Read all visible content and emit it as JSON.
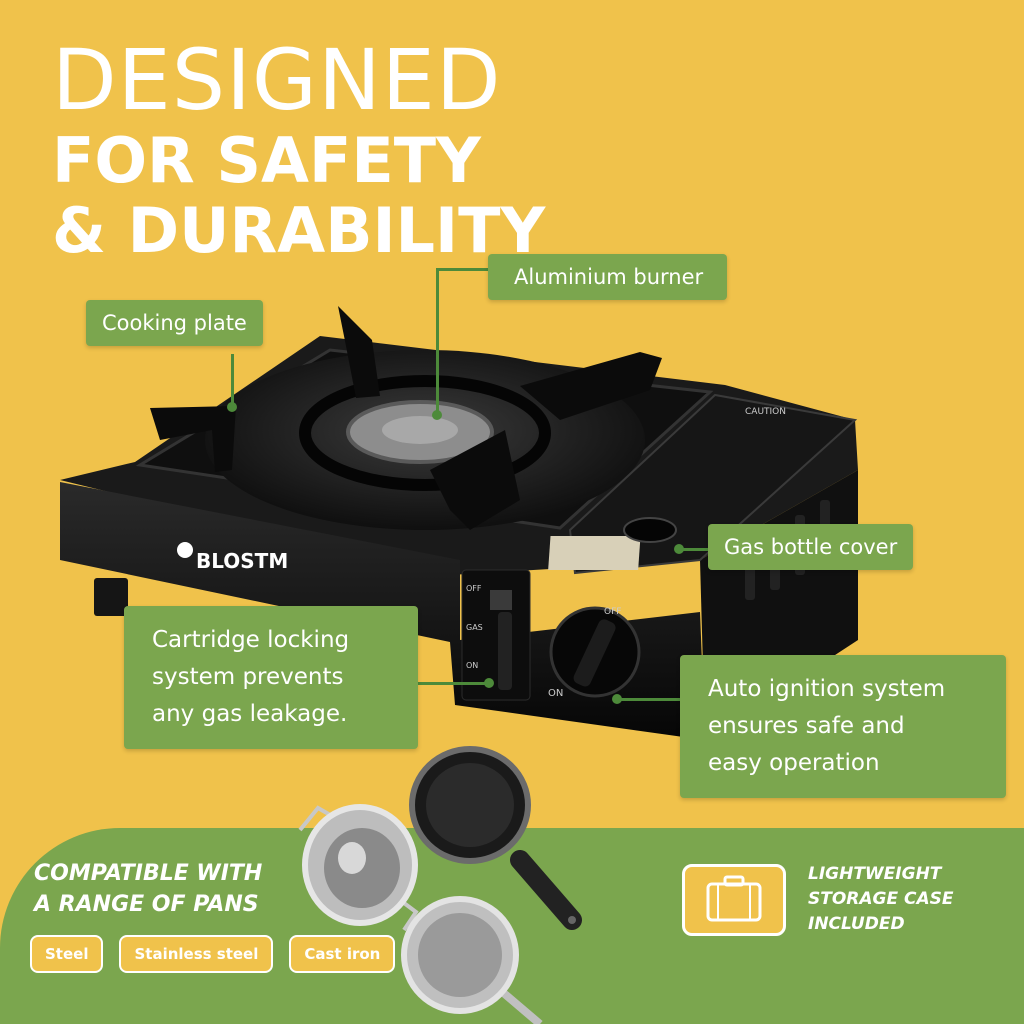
{
  "headline": {
    "line1": "DESIGNED",
    "line2": "FOR SAFETY",
    "line3": "& DURABILITY"
  },
  "product": {
    "brand": "BLOSTM",
    "caution_label": "CAUTION",
    "knob_labels": {
      "off": "OFF",
      "on": "ON"
    },
    "lock_labels": {
      "off": "OFF",
      "gas": "GAS",
      "on": "ON"
    }
  },
  "callouts": {
    "cooking_plate": "Cooking plate",
    "aluminium_burner": "Aluminium burner",
    "gas_bottle_cover": "Gas bottle cover",
    "cartridge_lock": [
      "Cartridge locking",
      "system prevents",
      "any gas leakage."
    ],
    "auto_ignition": [
      "Auto ignition system",
      "ensures safe and",
      "easy operation"
    ]
  },
  "compatible": {
    "title_line1": "COMPATIBLE WITH",
    "title_line2": "A RANGE OF PANS",
    "chips": [
      "Steel",
      "Stainless steel",
      "Cast iron"
    ]
  },
  "storage": {
    "line1": "LIGHTWEIGHT",
    "line2": "STORAGE CASE",
    "line3": "INCLUDED"
  },
  "colors": {
    "background": "#f0c24b",
    "green": "#7ba64e",
    "leader": "#4d8a3a",
    "white": "#ffffff"
  }
}
